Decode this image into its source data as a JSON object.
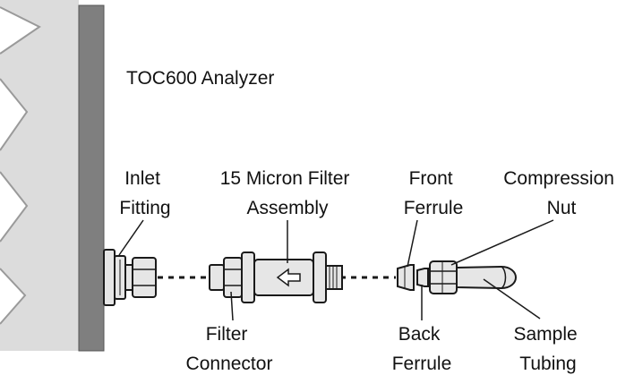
{
  "title": "TOC600 Analyzer",
  "labels": {
    "inlet_fitting": [
      "Inlet",
      "Fitting"
    ],
    "filter_assembly": [
      "15 Micron Filter",
      "Assembly"
    ],
    "front_ferrule": [
      "Front",
      "Ferrule"
    ],
    "compression_nut": [
      "Compression",
      "Nut"
    ],
    "filter_connector": [
      "Filter",
      "Connector"
    ],
    "back_ferrule": [
      "Back",
      "Ferrule"
    ],
    "sample_tubing": [
      "Sample",
      "Tubing"
    ]
  },
  "colors": {
    "panel": "#7f7f7f",
    "wall": "#dcdcdc",
    "part_fill": "#e6e6e6",
    "outline": "#1a1a1a"
  }
}
